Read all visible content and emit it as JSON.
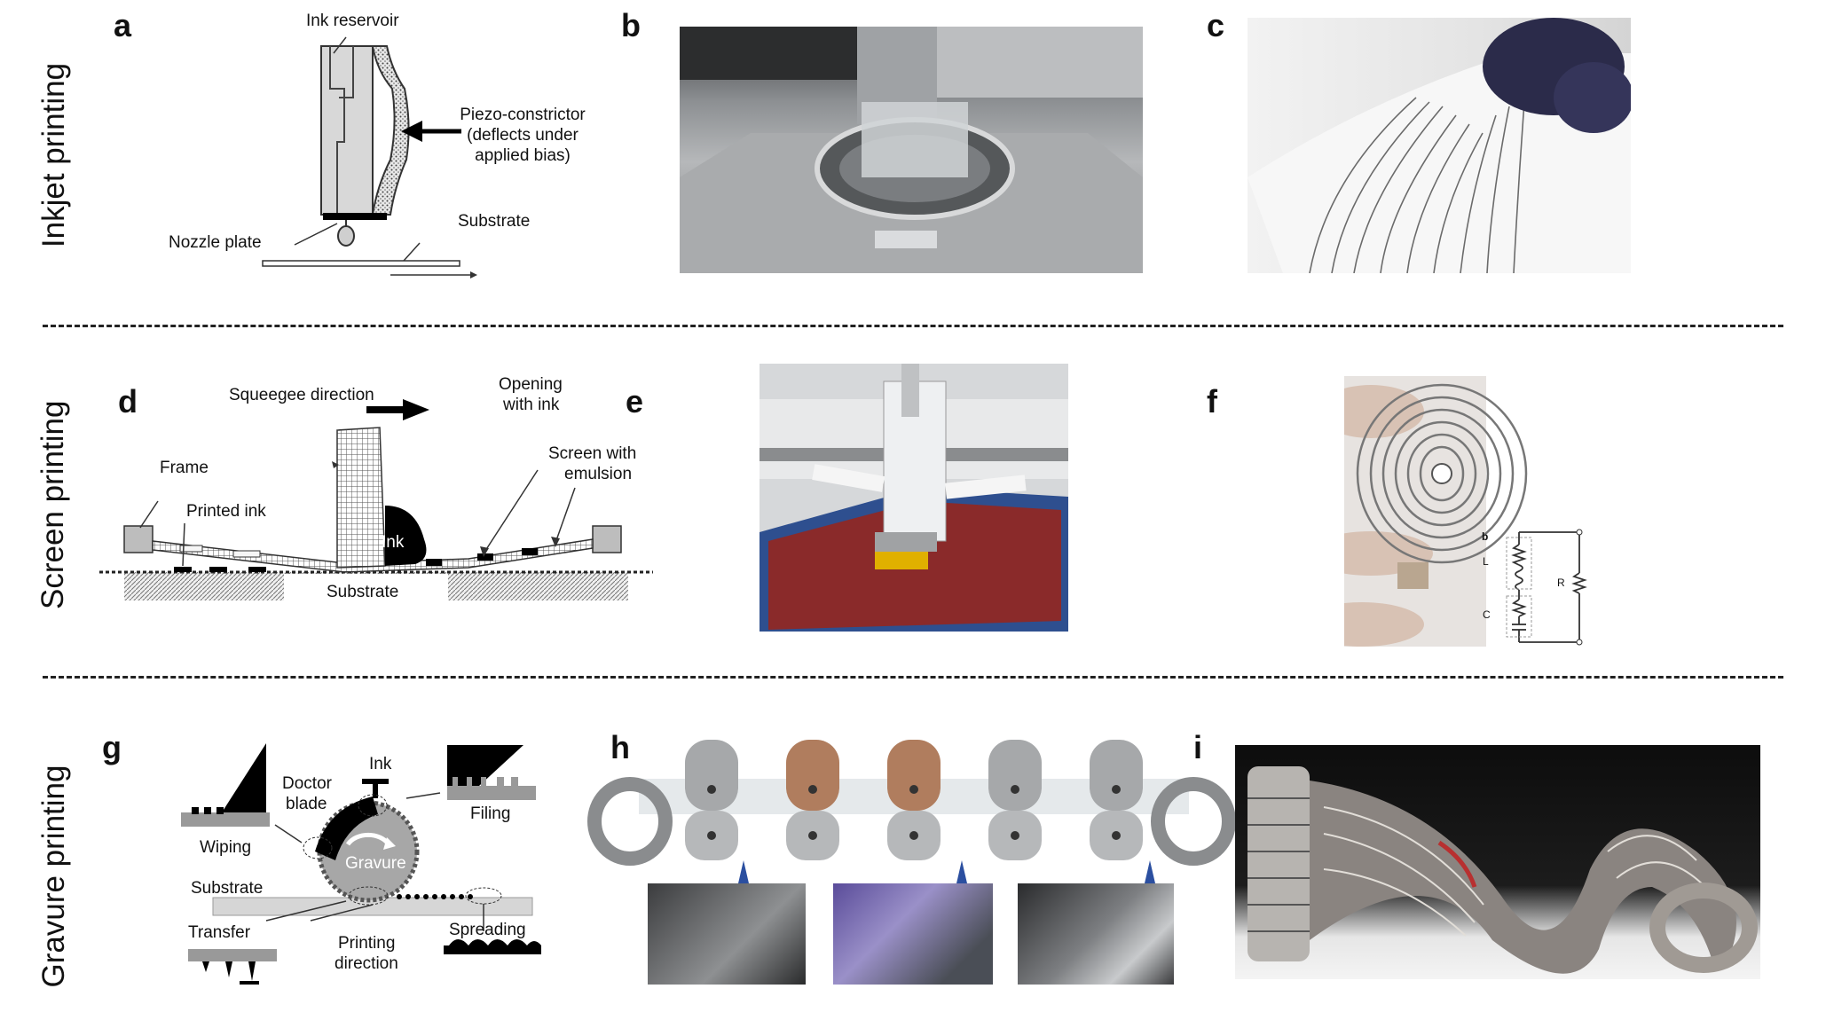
{
  "rows": {
    "inkjet": "Inkjet printing",
    "screen": "Screen printing",
    "gravure": "Gravure printing"
  },
  "panels": {
    "a": "a",
    "b": "b",
    "c": "c",
    "d": "d",
    "e": "e",
    "f": "f",
    "g": "g",
    "h": "h",
    "i": "i"
  },
  "panel_a": {
    "ink_reservoir": "Ink reservoir",
    "piezo_line1": "Piezo-constrictor",
    "piezo_line2": "(deflects under",
    "piezo_line3": "applied bias)",
    "substrate": "Substrate",
    "nozzle_plate": "Nozzle plate"
  },
  "panel_d": {
    "squeegee_direction": "Squeegee direction",
    "opening_line1": "Opening",
    "opening_line2": "with ink",
    "screen_line1": "Screen with",
    "screen_line2": "emulsion",
    "frame": "Frame",
    "printed_ink": "Printed ink",
    "ink": "Ink",
    "substrate": "Substrate"
  },
  "panel_f": {
    "circuit_b": "b",
    "circuit_L": "L",
    "circuit_C": "C",
    "circuit_R": "R"
  },
  "panel_g": {
    "ink": "Ink",
    "doctor_line1": "Doctor",
    "doctor_line2": "blade",
    "filing": "Filing",
    "wiping": "Wiping",
    "gravure": "Gravure",
    "substrate": "Substrate",
    "transfer": "Transfer",
    "printing_line1": "Printing",
    "printing_line2": "direction",
    "spreading": "Spreading"
  },
  "colors": {
    "photo_gray": "#8a8c8e",
    "screen_red": "#8a2a2a",
    "screen_blue": "#3a5fa8",
    "squeegee_yellow": "#e0b000",
    "print_black": "#000000"
  }
}
